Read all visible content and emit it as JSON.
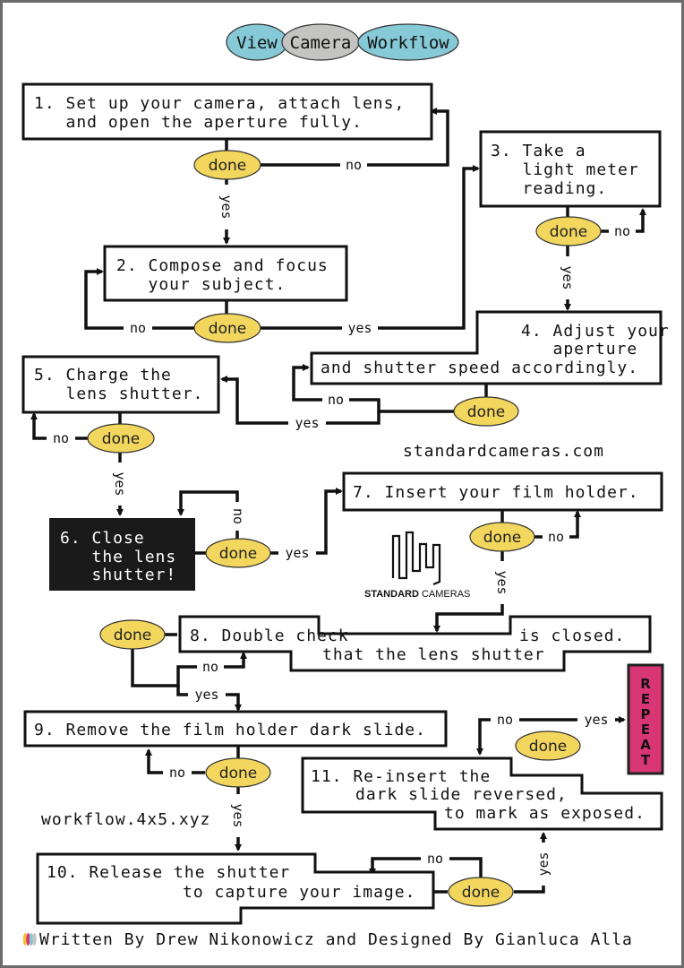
{
  "title": {
    "words": [
      "View",
      "Camera",
      "Workflow"
    ],
    "colors": [
      "#86c9d7",
      "#c4c4c2",
      "#86c9d7"
    ]
  },
  "steps": [
    {
      "id": 1,
      "lines": [
        "1. Set up your camera, attach lens,",
        "   and open the aperture fully."
      ]
    },
    {
      "id": 2,
      "lines": [
        "2. Compose and focus",
        "   your subject."
      ]
    },
    {
      "id": 3,
      "lines": [
        "3. Take a",
        "   light meter",
        "   reading."
      ]
    },
    {
      "id": 4,
      "lines": [
        "4. Adjust your",
        "   aperture",
        "and shutter speed accordingly."
      ]
    },
    {
      "id": 5,
      "lines": [
        "5. Charge the",
        "   lens shutter."
      ]
    },
    {
      "id": 6,
      "lines": [
        "6. Close",
        "   the lens",
        "   shutter!"
      ]
    },
    {
      "id": 7,
      "lines": [
        "7. Insert your film holder."
      ]
    },
    {
      "id": 8,
      "lines": [
        "8. Double check",
        "is closed.",
        "that the lens shutter"
      ]
    },
    {
      "id": 9,
      "lines": [
        "9. Remove the film holder dark slide."
      ]
    },
    {
      "id": 10,
      "lines": [
        "10. Release the shutter",
        "to capture your image."
      ]
    },
    {
      "id": 11,
      "lines": [
        "11. Re-insert the",
        "dark slide reversed,",
        "to mark as exposed."
      ]
    }
  ],
  "decision_label": "done",
  "yes_label": "yes",
  "no_label": "no",
  "repeat_label": "REPEAT",
  "repeat_color": "#d93675",
  "decision_color": "#f2d65e",
  "website": "standardcameras.com",
  "filename": "workflow.4x5.xyz",
  "logo_text_bold": "STANDARD",
  "logo_text_regular": "CAMERAS",
  "footer": "Written By Drew Nikonowicz and Designed By Gianluca Alla",
  "footer_swatches": [
    "#f2c12e",
    "#d93675",
    "#86c9d7",
    "#c4c4c2"
  ]
}
